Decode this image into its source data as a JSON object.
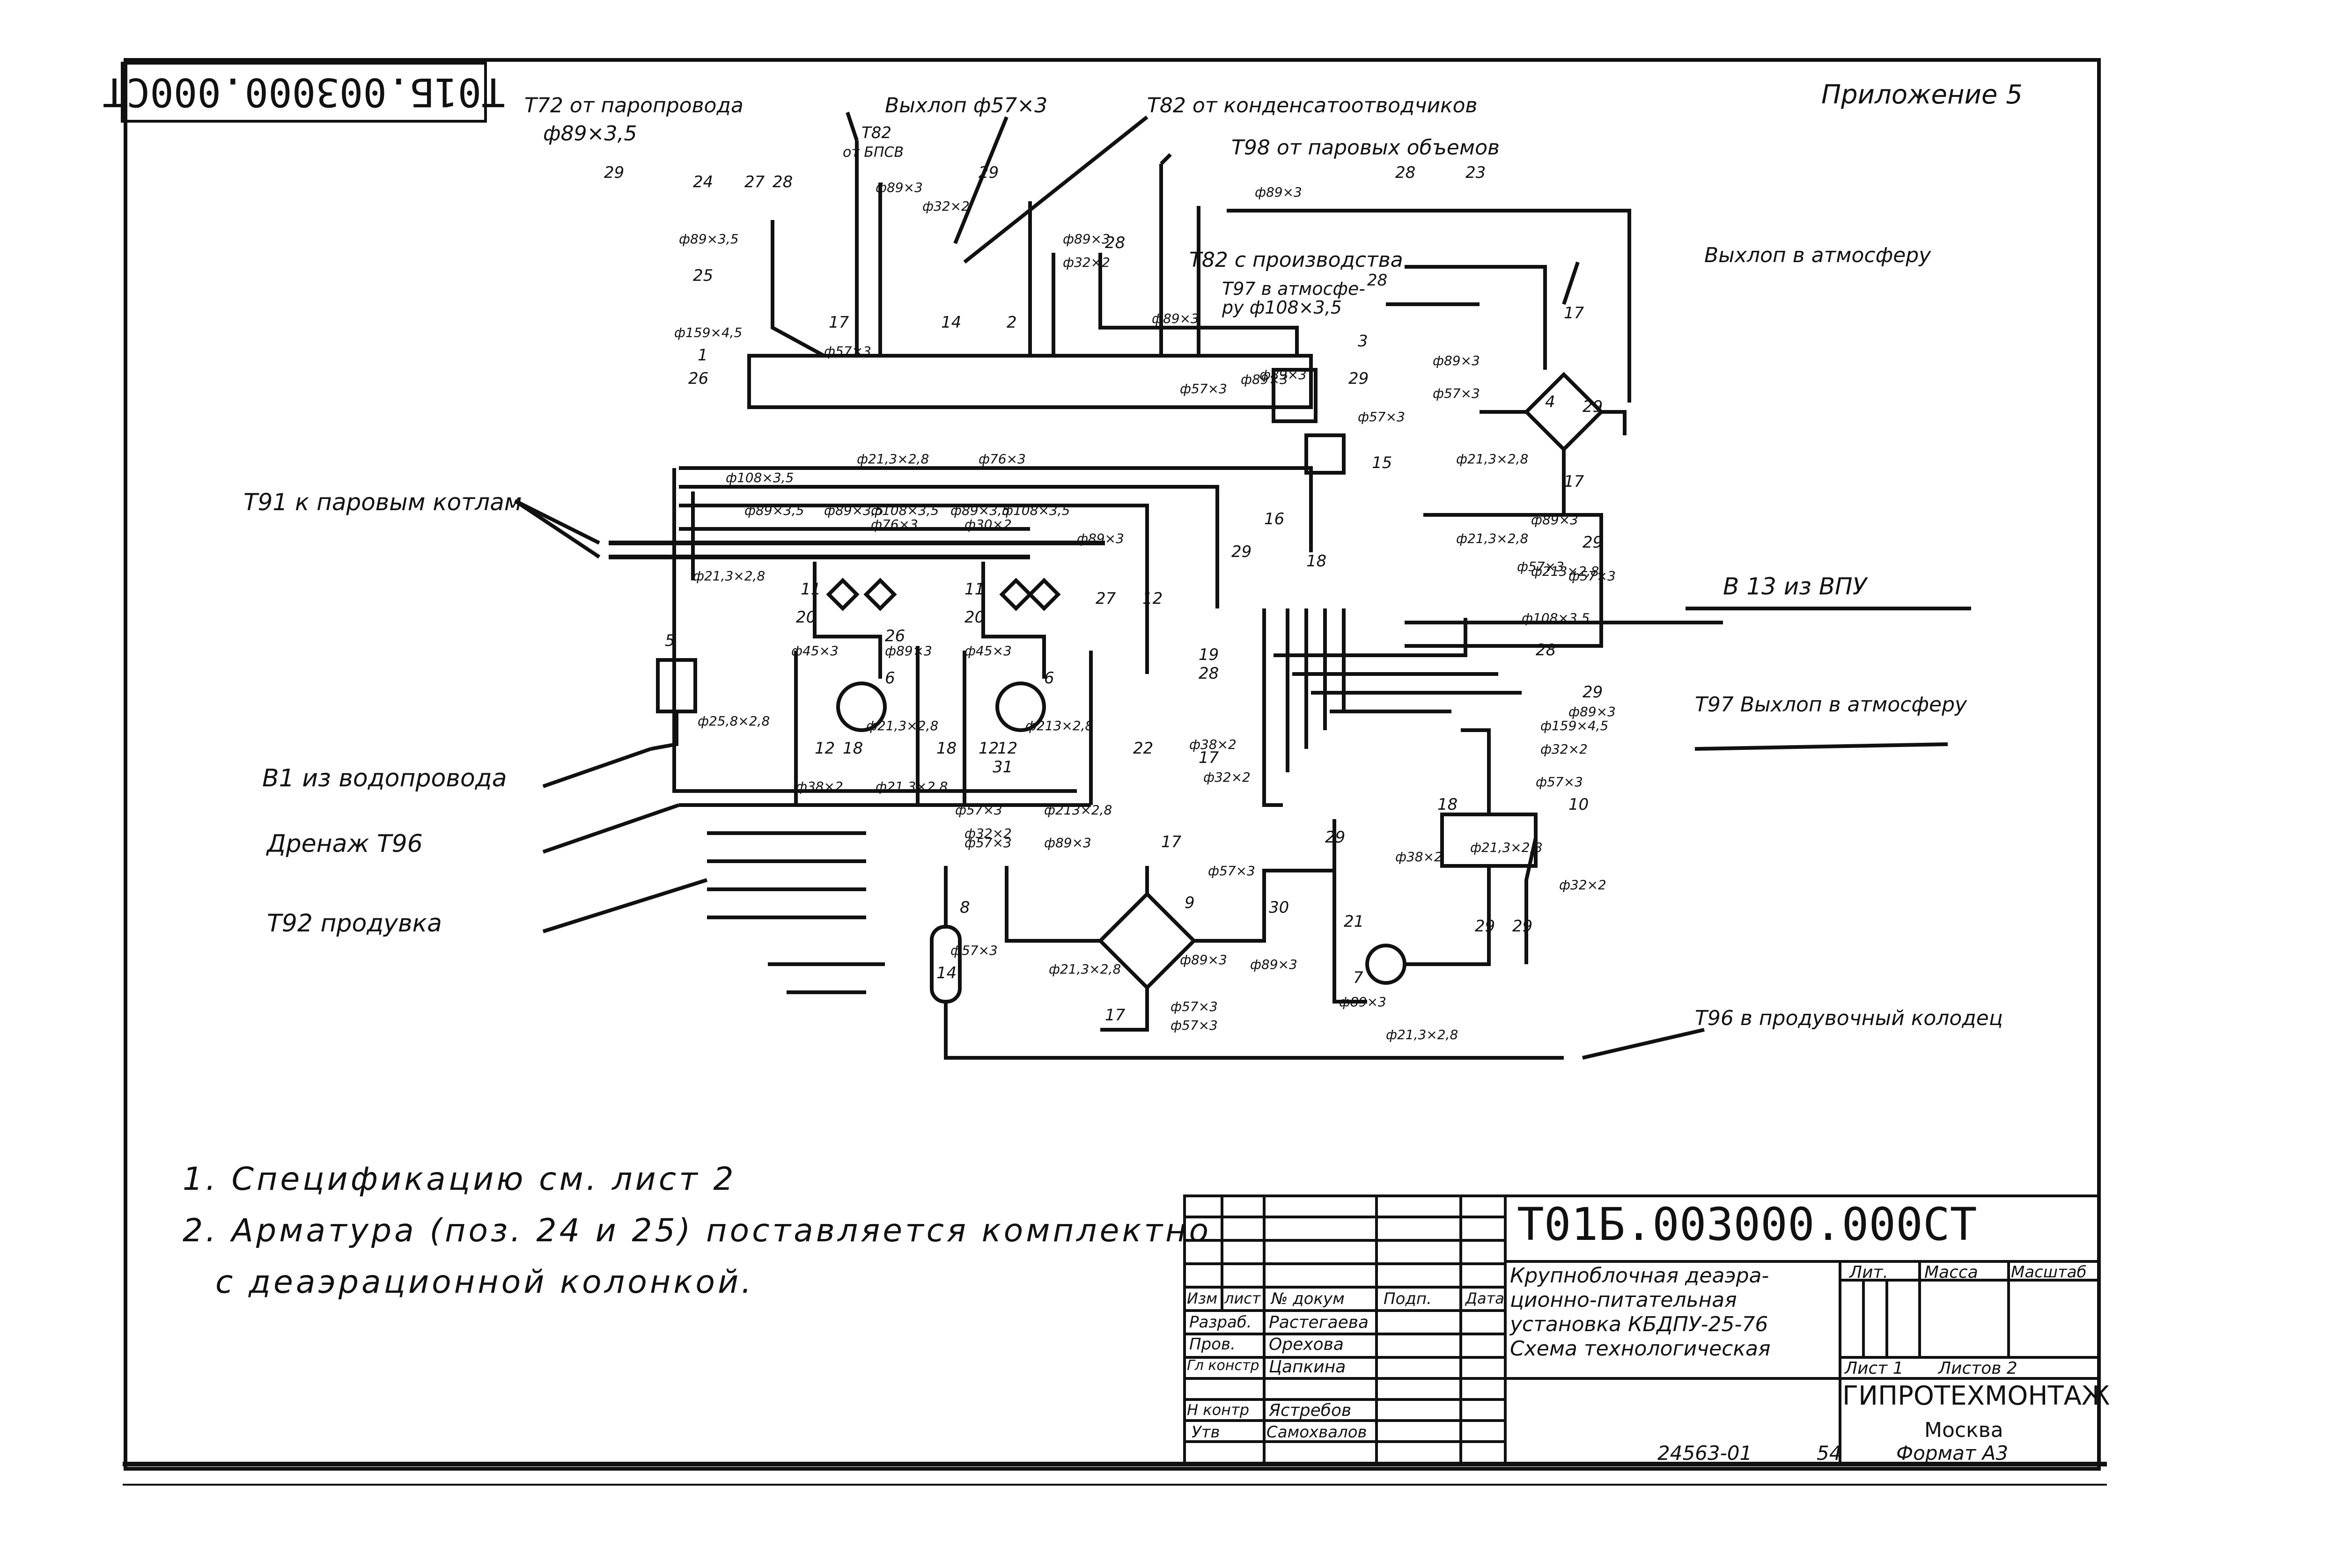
{
  "sheet": {
    "stamp_code_rotated": "Т01Б.003000.000СТ",
    "appendix": "Приложение 5"
  },
  "callouts": {
    "t72": "Т72 от паропровода",
    "t72_pipe": "ф89×3,5",
    "exhaust_top": "Выхлоп ф57×3",
    "t82_from_bpsv": "Т82",
    "t82_from_bpsv_sub": "от БПСВ",
    "t82_condensate": "Т82 от конденсатоотводчиков",
    "t98": "Т98 от паровых объемов",
    "t82_production": "Т82 с производства",
    "t97_atm": "Т97 в атмосфе-",
    "t97_atm2": "ру ф108×3,5",
    "exhaust_atm": "Выхлоп в атмосферу",
    "t91": "Т91 к паровым котлам",
    "b13": "В 13     из ВПУ",
    "t97_exhaust": "Т97 Выхлоп в атмосферу",
    "b1": "В1 из водопровода",
    "drain": "Дренаж  Т96",
    "t92": "Т92  продувка",
    "t96_well": "Т96 в продувочный колодец"
  },
  "pipe_labels": [
    "ф89×3,5",
    "ф159×4,5",
    "ф57×3",
    "ф89×3",
    "ф32×2",
    "ф89×3",
    "ф32×2",
    "ф89×3",
    "ф89×3",
    "ф21,3×2,8",
    "ф76×3",
    "ф108×3,5",
    "ф89×3,5",
    "ф89×3,5",
    "ф108×3,5",
    "ф89×3,5",
    "ф108×3,5",
    "ф76×3",
    "ф30×2",
    "ф89×3",
    "ф21,3×2,8",
    "ф45×3",
    "ф89×3",
    "ф45×3",
    "ф21,3×2,8",
    "ф213×2,8",
    "ф25,8×2,8",
    "ф38×2",
    "ф21,3×2,8",
    "ф57×3",
    "ф32×2",
    "ф57×3",
    "ф57×3",
    "ф213×2,8",
    "ф57×3",
    "ф89×3",
    "ф89×3",
    "ф57×3",
    "ф57×3",
    "ф89×3",
    "ф21,3×2,8",
    "ф38×2",
    "ф32×2",
    "ф89×3",
    "ф57×3",
    "ф89×3",
    "ф57×3",
    "ф89×3",
    "ф57×3",
    "ф21,3×2,8",
    "ф21,3×2,8",
    "ф89×3",
    "ф57×3",
    "ф213×2,8",
    "ф57×3",
    "ф108×3,5",
    "ф89×3",
    "ф159×4,5",
    "ф32×2",
    "ф57×3",
    "ф32×2",
    "ф21,3×2,8",
    "ф38×2",
    "ф89×3",
    "ф21,3×2,8"
  ],
  "positions": [
    "1",
    "2",
    "3",
    "4",
    "5",
    "6",
    "6",
    "7",
    "8",
    "9",
    "10",
    "11",
    "11",
    "12",
    "12",
    "12",
    "12",
    "14",
    "14",
    "15",
    "16",
    "17",
    "17",
    "17",
    "17",
    "17",
    "17",
    "18",
    "18",
    "18",
    "18",
    "19",
    "20",
    "20",
    "21",
    "22",
    "23",
    "24",
    "25",
    "26",
    "26",
    "27",
    "27",
    "28",
    "28",
    "28",
    "28",
    "28",
    "28",
    "29",
    "29",
    "29",
    "29",
    "29",
    "29",
    "29",
    "29",
    "29",
    "29",
    "30",
    "31"
  ],
  "notes": {
    "note1": "1.  Спецификацию  см. лист 2",
    "note2": "2. Арматура (поз. 24 и 25) поставляется   комплектно",
    "note3": "с деаэрационной  колонкой."
  },
  "title_block": {
    "code": "Т01Б.003000.000СТ",
    "title_lines": [
      "Крупноблочная деаэра-",
      "ционно-питательная",
      "установка КБДПУ-25-76",
      "Схема технологическая"
    ],
    "hdr_izm": "Изм",
    "hdr_list": "лист",
    "hdr_doc": "№ докум",
    "hdr_sign": "Подп.",
    "hdr_date": "Дата",
    "roles": [
      {
        "role": "Разраб.",
        "name": "Растегаева"
      },
      {
        "role": "Пров.",
        "name": "Орехова"
      },
      {
        "role": "Гл констр",
        "name": "Цапкина"
      },
      {
        "role": "",
        "name": ""
      },
      {
        "role": "Н контр",
        "name": "Ястребов"
      },
      {
        "role": "Утв",
        "name": "Самохвалов"
      }
    ],
    "lit": "Лит.",
    "mass": "Масса",
    "scale": "Масштаб",
    "sheet": "Лист 1",
    "sheets": "Листов  2",
    "org": "ГИПРОТЕХМОНТАЖ",
    "city": "Москва",
    "inventory": "24563-01",
    "page": "54",
    "format": "Формат А3"
  }
}
